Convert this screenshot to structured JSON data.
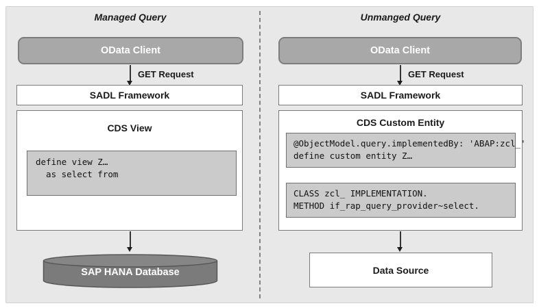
{
  "left": {
    "title": "Managed Query",
    "odata_client_label": "OData Client",
    "get_request_label": "GET Request",
    "sadl_label": "SADL Framework",
    "cds_title": "CDS View",
    "cds_code": [
      "define view Z…",
      "  as select from"
    ],
    "database_label": "SAP HANA Database"
  },
  "right": {
    "title": "Unmanged Query",
    "odata_client_label": "OData Client",
    "get_request_label": "GET Request",
    "sadl_label": "SADL Framework",
    "cds_title": "CDS Custom Entity",
    "annotation_code": [
      "@ObjectModel.query.implementedBy: 'ABAP:zcl_'",
      "define custom entity Z…"
    ],
    "class_code": [
      "CLASS zcl_ IMPLEMENTATION.",
      "METHOD if_rap_query_provider~select."
    ],
    "data_source_label": "Data Source"
  },
  "colors": {
    "panel_bg": "#e8e8e8",
    "node_gray": "#a8a8a8",
    "code_bg": "#cbcbcb",
    "cylinder_gray": "#7b7b7b",
    "border_gray": "#7a7a7a"
  }
}
